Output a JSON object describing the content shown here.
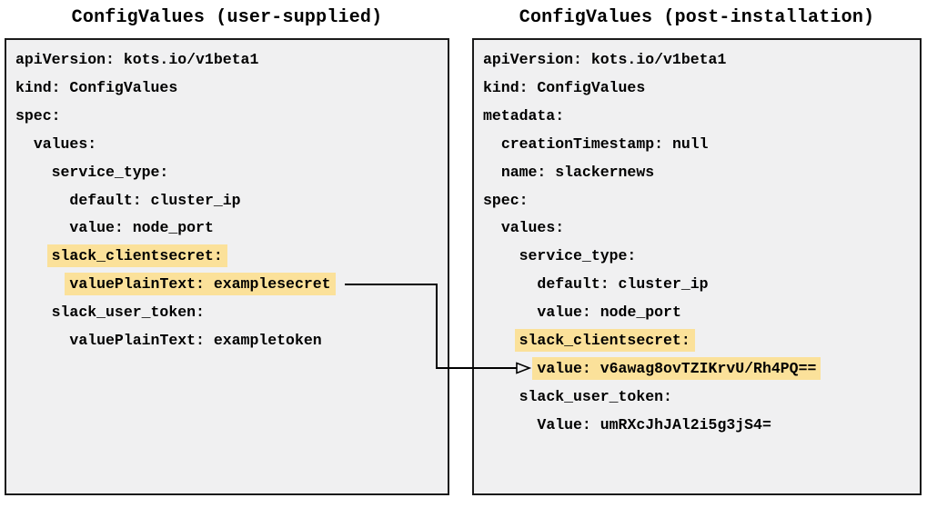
{
  "panels": {
    "left": {
      "title": "ConfigValues (user-supplied)",
      "lines": [
        {
          "indent": 0,
          "text": "apiVersion: kots.io/v1beta1",
          "highlight": false
        },
        {
          "indent": 0,
          "text": "kind: ConfigValues",
          "highlight": false
        },
        {
          "indent": 0,
          "text": "spec:",
          "highlight": false
        },
        {
          "indent": 1,
          "text": "values:",
          "highlight": false
        },
        {
          "indent": 2,
          "text": "service_type:",
          "highlight": false
        },
        {
          "indent": 3,
          "text": "default: cluster_ip",
          "highlight": false
        },
        {
          "indent": 3,
          "text": "value: node_port",
          "highlight": false
        },
        {
          "indent": 2,
          "text": "slack_clientsecret:",
          "highlight": true
        },
        {
          "indent": 3,
          "text": "valuePlainText: examplesecret",
          "highlight": true,
          "arrow_source": true
        },
        {
          "indent": 2,
          "text": "slack_user_token:",
          "highlight": false
        },
        {
          "indent": 3,
          "text": "valuePlainText: exampletoken",
          "highlight": false
        }
      ]
    },
    "right": {
      "title": "ConfigValues (post-installation)",
      "lines": [
        {
          "indent": 0,
          "text": "apiVersion: kots.io/v1beta1",
          "highlight": false
        },
        {
          "indent": 0,
          "text": "kind: ConfigValues",
          "highlight": false
        },
        {
          "indent": 0,
          "text": "metadata:",
          "highlight": false
        },
        {
          "indent": 1,
          "text": "creationTimestamp: null",
          "highlight": false
        },
        {
          "indent": 1,
          "text": "name: slackernews",
          "highlight": false
        },
        {
          "indent": 0,
          "text": "spec:",
          "highlight": false
        },
        {
          "indent": 1,
          "text": "values:",
          "highlight": false
        },
        {
          "indent": 2,
          "text": "service_type:",
          "highlight": false
        },
        {
          "indent": 3,
          "text": "default: cluster_ip",
          "highlight": false
        },
        {
          "indent": 3,
          "text": "value: node_port",
          "highlight": false
        },
        {
          "indent": 2,
          "text": "slack_clientsecret:",
          "highlight": true
        },
        {
          "indent": 3,
          "text": "value: v6awag8ovTZIKrvU/Rh4PQ==",
          "highlight": true,
          "arrow_target": true
        },
        {
          "indent": 2,
          "text": "slack_user_token:",
          "highlight": false
        },
        {
          "indent": 3,
          "text": "Value: umRXcJhJAl2i5g3jS4=",
          "highlight": false
        }
      ]
    }
  },
  "colors": {
    "highlight": "#fbe19a",
    "panel_background": "#f0f0f1",
    "panel_border": "#1a1a1a",
    "text": "#000000",
    "arrow": "#000000"
  }
}
